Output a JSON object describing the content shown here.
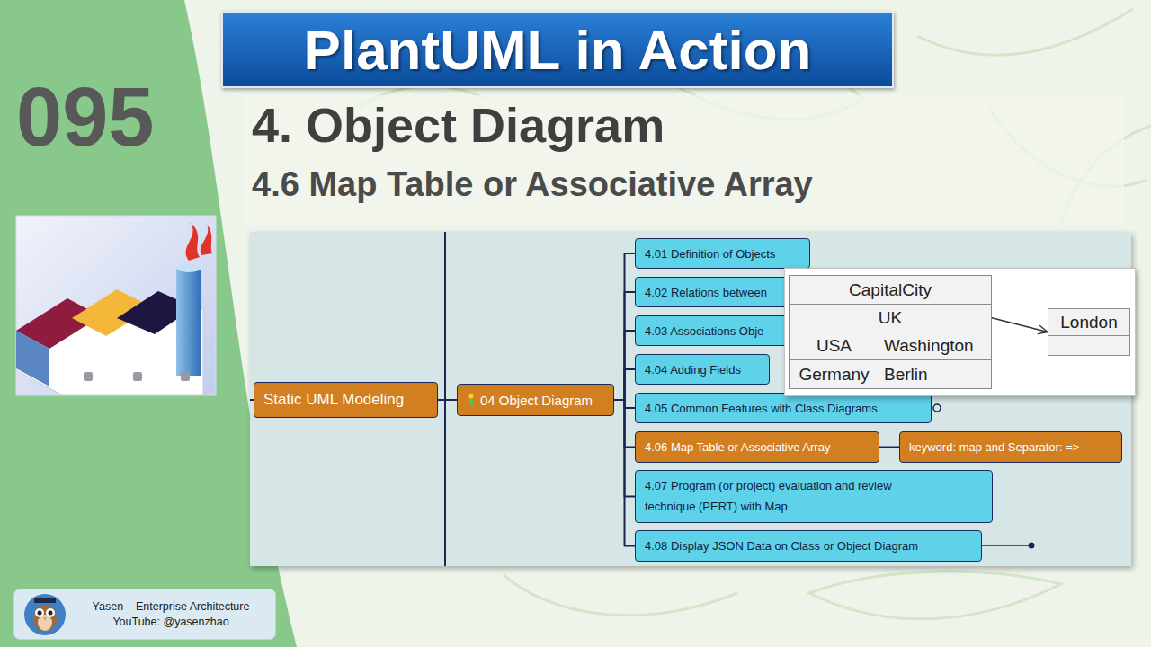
{
  "diagram": {
    "title": "PlantUML in Action",
    "nodes": [
      {
        "text": [
          "Static UML Modeling"
        ]
      },
      {
        "text": [
          "04 Object Diagram"
        ]
      },
      {
        "text": [
          "4.01 Definition of Objects"
        ]
      },
      {
        "text": [
          "4.02 Relations between"
        ]
      },
      {
        "text": [
          "4.03 Associations Obje"
        ]
      },
      {
        "text": [
          "4.04 Adding Fields"
        ]
      },
      {
        "text": [
          "4.05 Common Features with Class Diagrams"
        ]
      },
      {
        "text": [
          "4.06 Map Table or Associative Array"
        ]
      },
      {
        "text": [
          "4.07 Program (or project) evaluation and review technique (PERT) with Map"
        ]
      },
      {
        "text": [
          "4.08 Display JSON Data on Class or Object Diagram"
        ]
      },
      {
        "text": [
          "keyword: map and Separator: =>"
        ]
      },
      {
        "text": [
          "CapitalCity"
        ]
      },
      {
        "text": [
          "UK"
        ],
        "in": 11
      },
      {
        "text": [
          "USA"
        ],
        "in": 11
      },
      {
        "text": [
          "Washington"
        ],
        "in": 11
      },
      {
        "text": [
          "Germany"
        ],
        "in": 11
      },
      {
        "text": [
          "Berlin"
        ],
        "in": 11
      },
      {
        "text": [
          "London"
        ]
      },
      {
        "text": [
          "Yasen – Enterprise Architecture",
          "YouTube: @yasenzhao"
        ]
      }
    ],
    "edges": [
      {
        "from": 0,
        "to": 1,
        "arrow": "none"
      },
      {
        "from": 1,
        "to": 2,
        "arrow": "none"
      },
      {
        "from": 1,
        "to": 3,
        "arrow": "none"
      },
      {
        "from": 1,
        "to": 4,
        "arrow": "none"
      },
      {
        "from": 1,
        "to": 5,
        "arrow": "none"
      },
      {
        "from": 1,
        "to": 6,
        "arrow": "none"
      },
      {
        "from": 1,
        "to": 7,
        "arrow": "none"
      },
      {
        "from": 1,
        "to": 8,
        "arrow": "none"
      },
      {
        "from": 1,
        "to": 9,
        "arrow": "none"
      },
      {
        "from": 7,
        "to": 10,
        "arrow": "none"
      },
      {
        "from": 12,
        "to": 17,
        "arrow": "to"
      }
    ],
    "labels": [
      "095",
      "4. Object Diagram",
      "4.6 Map Table or Associative Array"
    ]
  }
}
